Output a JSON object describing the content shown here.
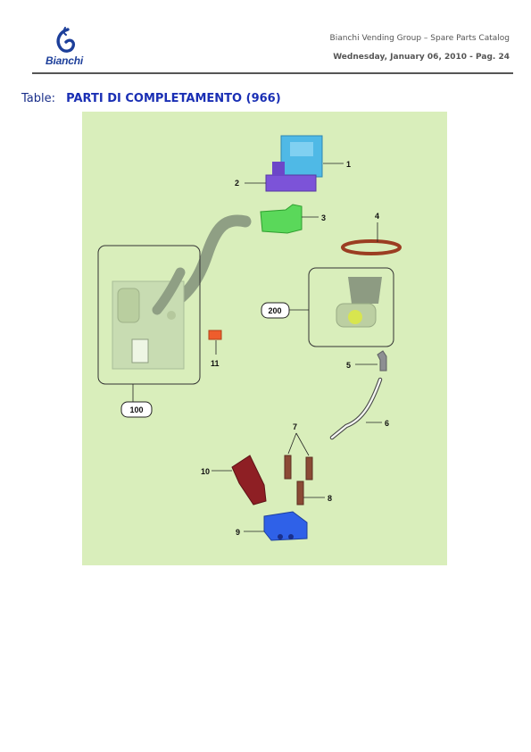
{
  "header": {
    "logo_text": "Bianchi",
    "catalog_title": "Bianchi Vending Group – Spare Parts Catalog",
    "date_page": "Wednesday, January 06, 2010 - Pag.  24"
  },
  "table": {
    "label": "Table:",
    "name": "PARTI DI COMPLETAMENTO (966)"
  },
  "colors": {
    "diagram_bg": "#d9eebb",
    "title_blue": "#1a2fb4",
    "logo_blue": "#1d3f9a"
  },
  "callouts": {
    "c1": "1",
    "c2": "2",
    "c3": "3",
    "c4": "4",
    "c5": "5",
    "c6": "6",
    "c7": "7",
    "c8": "8",
    "c9": "9",
    "c10": "10",
    "c11": "11",
    "c100": "100",
    "c200": "200"
  }
}
